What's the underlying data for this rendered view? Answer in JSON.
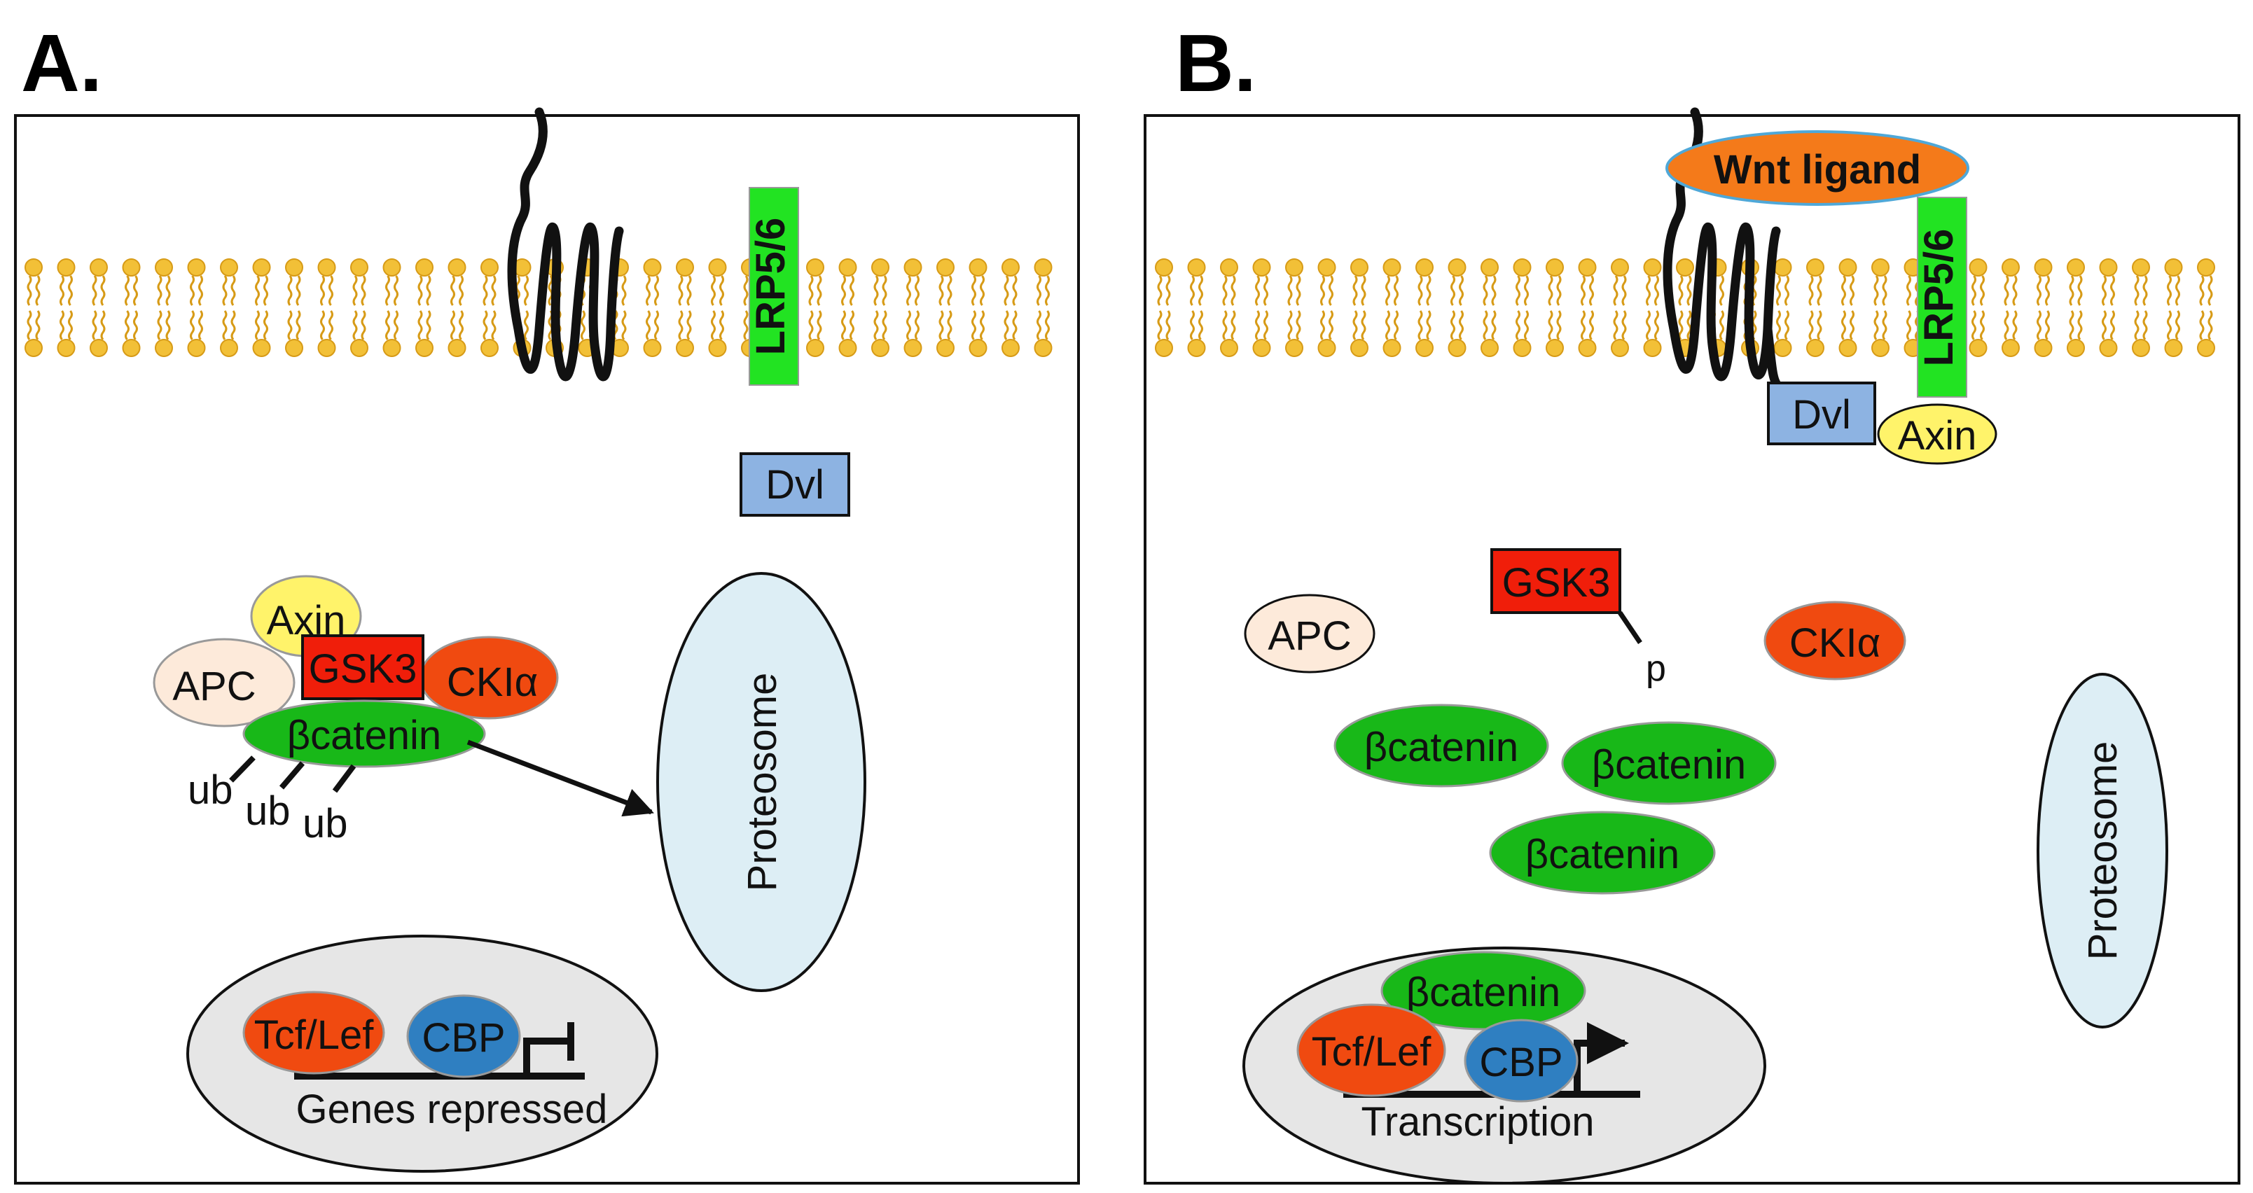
{
  "colors": {
    "membrane": "#F2C037",
    "membrane_stroke": "#D79B17",
    "receptor": "#111111",
    "lrp": "#22E322",
    "dvl": "#8DB3E2",
    "axin": "#FFF36A",
    "gsk3": "#F01E0A",
    "cki": "#F04A10",
    "apc": "#FDEADA",
    "beta_catenin": "#18B818",
    "tcf": "#F04A10",
    "cbp": "#2F7FC1",
    "nucleus": "#E6E6E6",
    "proteasome": "#DDEEF5",
    "wnt": "#F47A1A"
  },
  "panels": {
    "a": {
      "label": "A.",
      "lrp": "LRP5/6",
      "dvl": "Dvl",
      "axin": "Axin",
      "apc": "APC",
      "gsk3": "GSK3",
      "cki": "CKIα",
      "beta_catenin": "βcatenin",
      "ub": [
        "ub",
        "ub",
        "ub"
      ],
      "proteasome": "Proteosome",
      "tcf": "Tcf/Lef",
      "cbp": "CBP",
      "genes": "Genes repressed"
    },
    "b": {
      "label": "B.",
      "wnt": "Wnt ligand",
      "lrp": "LRP5/6",
      "dvl": "Dvl",
      "axin": "Axin",
      "gsk3": "GSK3",
      "p": "p",
      "apc": "APC",
      "cki": "CKIα",
      "beta_catenin": [
        "βcatenin",
        "βcatenin",
        "βcatenin"
      ],
      "nuclear_beta_catenin": "βcatenin",
      "proteasome": "Proteosome",
      "tcf": "Tcf/Lef",
      "cbp": "CBP",
      "transcription": "Transcription"
    }
  }
}
